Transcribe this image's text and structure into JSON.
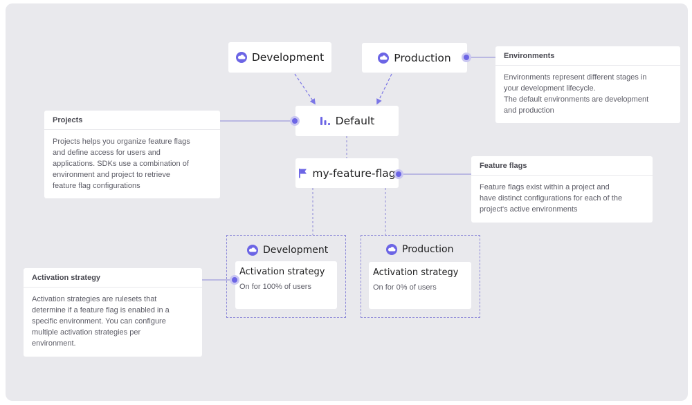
{
  "nodes": {
    "dev_top": "Development",
    "prod_top": "Production",
    "project": "Default",
    "flag": "my-feature-flag"
  },
  "environments": [
    {
      "name": "Development",
      "strategy_title": "Activation strategy",
      "strategy_value": "On for 100% of users"
    },
    {
      "name": "Production",
      "strategy_title": "Activation strategy",
      "strategy_value": "On for 0% of users"
    }
  ],
  "notes": {
    "environments": {
      "title": "Environments",
      "body": [
        "Environments represent different stages in",
        "your development lifecycle.",
        "The default environments are development",
        "and production"
      ]
    },
    "projects": {
      "title": "Projects",
      "body": [
        "Projects helps you organize feature flags",
        "and define access for users and",
        "applications. SDKs use a combination of",
        "environment and project to retrieve",
        "feature flag configurations"
      ]
    },
    "feature_flags": {
      "title": "Feature flags",
      "body": [
        "Feature flags exist within a project and",
        "have distinct configurations for each of the",
        "project's active environments"
      ]
    },
    "activation_strategy": {
      "title": "Activation strategy",
      "body": [
        "Activation strategies are rulesets that",
        "determine if a feature flag is enabled in a",
        "specific environment. You can configure",
        "multiple activation strategies per",
        "environment."
      ]
    }
  },
  "colors": {
    "accent": "#6c65e5",
    "accent_light": "#c9c6f1",
    "canvas": "#e9e9ed"
  },
  "icons": {
    "environment": "cloud-icon",
    "project": "bar-chart-icon",
    "flag": "flag-icon"
  }
}
